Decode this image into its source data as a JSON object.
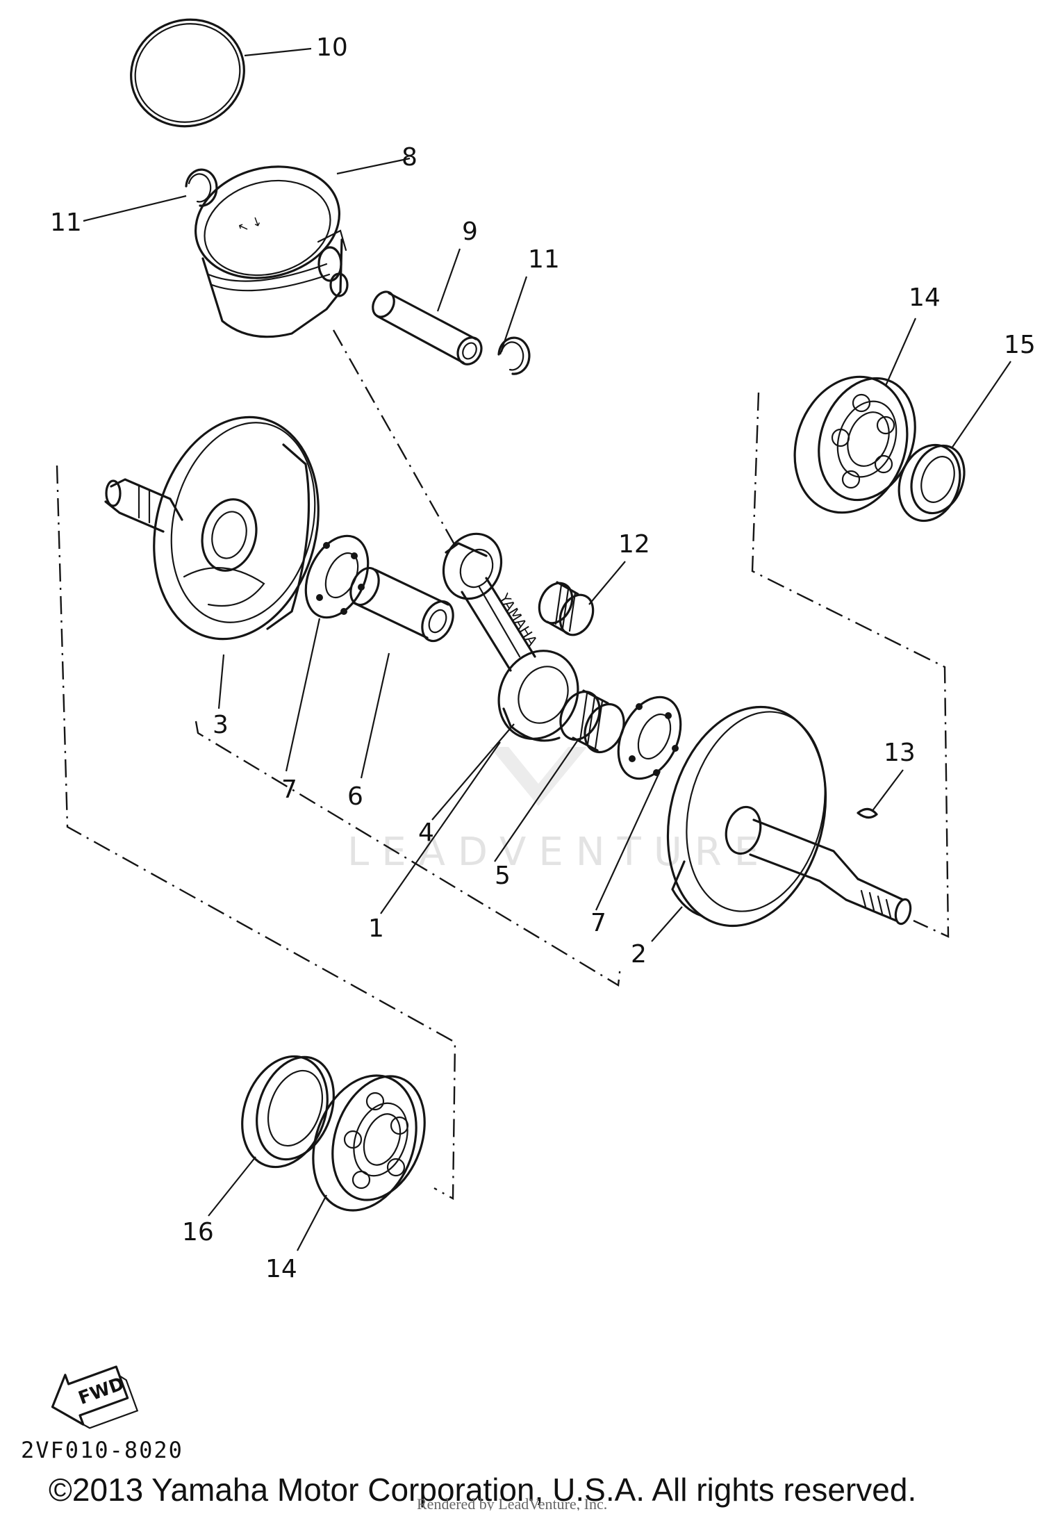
{
  "diagram": {
    "callouts": [
      {
        "id": "c10",
        "text": "10"
      },
      {
        "id": "c8",
        "text": "8"
      },
      {
        "id": "c11a",
        "text": "11"
      },
      {
        "id": "c9",
        "text": "9"
      },
      {
        "id": "c11b",
        "text": "11"
      },
      {
        "id": "c14a",
        "text": "14"
      },
      {
        "id": "c15",
        "text": "15"
      },
      {
        "id": "c12",
        "text": "12"
      },
      {
        "id": "c3",
        "text": "3"
      },
      {
        "id": "c7a",
        "text": "7"
      },
      {
        "id": "c6",
        "text": "6"
      },
      {
        "id": "c4",
        "text": "4"
      },
      {
        "id": "c13",
        "text": "13"
      },
      {
        "id": "c5",
        "text": "5"
      },
      {
        "id": "c7b",
        "text": "7"
      },
      {
        "id": "c1",
        "text": "1"
      },
      {
        "id": "c2",
        "text": "2"
      },
      {
        "id": "c16",
        "text": "16"
      },
      {
        "id": "c14b",
        "text": "14"
      }
    ],
    "rod_marking": "YAMAHA",
    "fwd_label": "FWD",
    "watermark": "LEADVENTURE",
    "part_code": "2VF010-8020",
    "copyright": "©2013 Yamaha Motor Corporation, U.S.A. All rights reserved.",
    "rendered_by": "Rendered by LeadVenture, Inc."
  }
}
